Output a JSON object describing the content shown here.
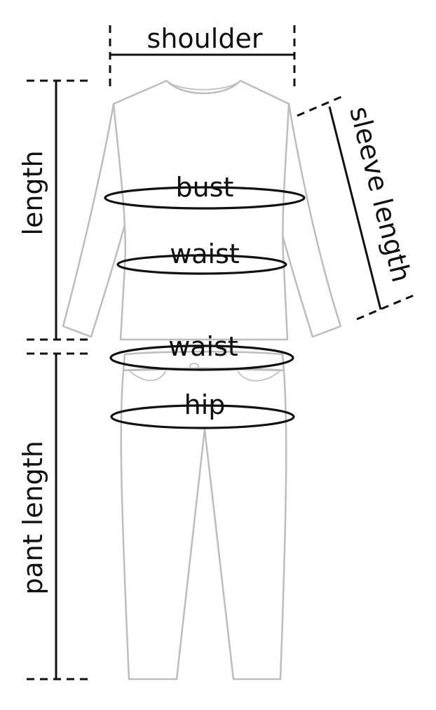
{
  "labels": {
    "shoulder": "shoulder",
    "length": "length",
    "sleeve_length": "sleeve length",
    "bust": "bust",
    "top_waist": "waist",
    "pant_waist": "waist",
    "hip": "hip",
    "pant_length": "pant length"
  },
  "colors": {
    "outline": "#bdbdbd",
    "measure": "#111111",
    "background": "#ffffff"
  }
}
